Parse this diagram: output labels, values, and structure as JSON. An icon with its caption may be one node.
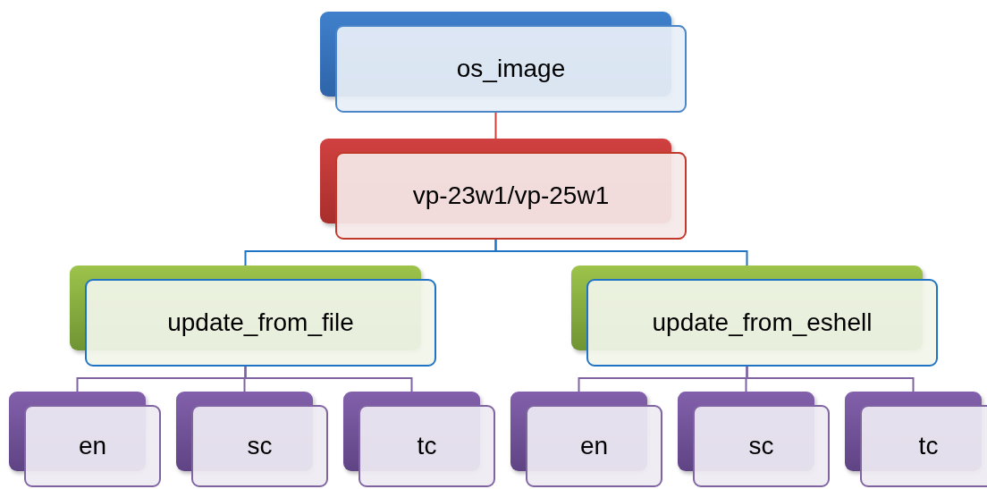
{
  "diagram": {
    "nodes": [
      {
        "text": [
          "os_image"
        ]
      },
      {
        "text": [
          "vp-23w1/vp-25w1"
        ]
      },
      {
        "text": [
          "update_from_file"
        ]
      },
      {
        "text": [
          "update_from_eshell"
        ]
      },
      {
        "text": [
          "en"
        ]
      },
      {
        "text": [
          "sc"
        ]
      },
      {
        "text": [
          "tc"
        ]
      },
      {
        "text": [
          "en"
        ]
      },
      {
        "text": [
          "sc"
        ]
      },
      {
        "text": [
          "tc"
        ]
      }
    ],
    "edges": [
      {
        "from": 0,
        "to": 1,
        "arrow": "none",
        "color": "#c8413b"
      },
      {
        "from": 1,
        "to": 2,
        "arrow": "none",
        "color": "#1f73c4"
      },
      {
        "from": 1,
        "to": 3,
        "arrow": "none",
        "color": "#1f73c4"
      },
      {
        "from": 2,
        "to": 4,
        "arrow": "none"
      },
      {
        "from": 2,
        "to": 5,
        "arrow": "none"
      },
      {
        "from": 2,
        "to": 6,
        "arrow": "none"
      },
      {
        "from": 3,
        "to": 7,
        "arrow": "none"
      },
      {
        "from": 3,
        "to": 8,
        "arrow": "none"
      },
      {
        "from": 3,
        "to": 9,
        "arrow": "none"
      }
    ]
  }
}
